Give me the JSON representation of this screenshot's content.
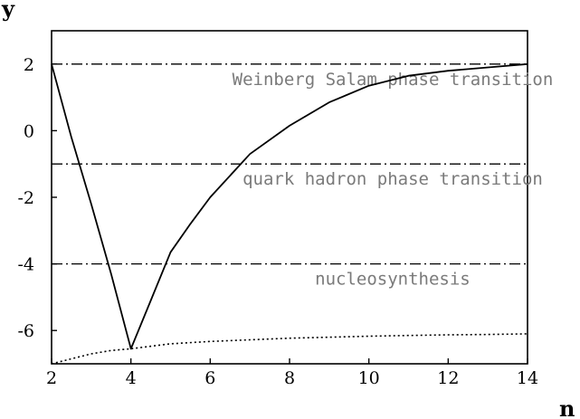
{
  "chart_data": {
    "type": "line",
    "title": "",
    "xlabel": "n",
    "ylabel": "y",
    "xlim": [
      2,
      14
    ],
    "ylim": [
      -7,
      3
    ],
    "xticks": [
      2,
      4,
      6,
      8,
      10,
      12,
      14
    ],
    "yticks": [
      2,
      0,
      -2,
      -4,
      -6
    ],
    "grid": false,
    "legend": "none",
    "series": [
      {
        "style": "solid",
        "x": [
          2,
          2.5,
          3,
          3.5,
          4,
          4.5,
          5,
          5.5,
          6,
          7,
          8,
          9,
          10,
          11,
          12,
          13,
          14
        ],
        "y": [
          2.0,
          -0.2,
          -2.2,
          -4.3,
          -6.55,
          -5.1,
          -3.65,
          -2.8,
          -2.0,
          -0.7,
          0.15,
          0.85,
          1.35,
          1.65,
          1.8,
          1.9,
          2.0
        ]
      },
      {
        "style": "dotted",
        "x": [
          2,
          2.5,
          3,
          3.5,
          4,
          5,
          6,
          7,
          8,
          9,
          10,
          11,
          12,
          13,
          14
        ],
        "y": [
          -7.0,
          -6.85,
          -6.7,
          -6.6,
          -6.55,
          -6.4,
          -6.33,
          -6.28,
          -6.23,
          -6.2,
          -6.17,
          -6.15,
          -6.13,
          -6.12,
          -6.1
        ]
      }
    ],
    "reference_lines": [
      {
        "y": 2,
        "style": "dashdot",
        "label": "Weinberg Salam phase transition",
        "label_x": 10.6
      },
      {
        "y": -1,
        "style": "dashdot",
        "label": "quark hadron phase transition",
        "label_x": 10.6
      },
      {
        "y": -4,
        "style": "dashdot",
        "label": "nucleosynthesis",
        "label_x": 10.6
      }
    ]
  }
}
